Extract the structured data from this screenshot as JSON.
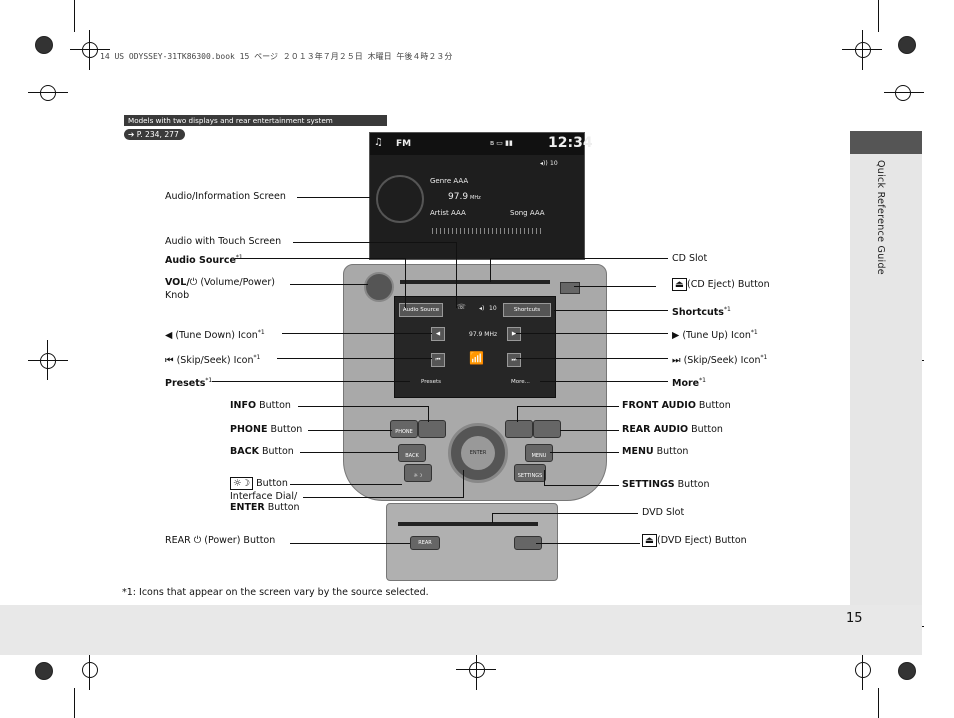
{
  "header": {
    "file_line": "14 US ODYSSEY-31TK86300.book  15 ページ  ２０１３年７月２５日  木曜日  午後４時２３分"
  },
  "banner": "Models with two displays and rear entertainment system",
  "xref": "P. 234, 277",
  "sidebar_title": "Quick Reference Guide",
  "page_number": "15",
  "footnote": "*1: Icons that appear on the screen vary by the source selected.",
  "screen": {
    "source": "FM",
    "clock": "12:34",
    "volume": "10",
    "genre": "Genre AAA",
    "freq": "97.9",
    "freq_unit": "MHz",
    "artist": "Artist AAA",
    "song": "Song AAA"
  },
  "touch": {
    "audio_source": "Audio Source",
    "volume": "10",
    "shortcuts": "Shortcuts",
    "freq": "97.9 MHz",
    "presets": "Presets",
    "more": "More..."
  },
  "console_text": {
    "enter": "ENTER",
    "back": "BACK",
    "menu": "MENU",
    "settings": "SETTINGS",
    "phone": "PHONE",
    "rear": "REAR"
  },
  "labels_left": {
    "audio_info_screen": "Audio/Information Screen",
    "audio_touch_screen": "Audio with Touch Screen",
    "audio_source_bold": "Audio Source",
    "vol_bold": "VOL/",
    "vol_rest": " (Volume/Power)",
    "knob": "Knob",
    "tune_down": " (Tune Down) Icon",
    "skip_left": " (Skip/Seek) Icon",
    "presets_bold": "Presets",
    "info_bold": "INFO",
    "info_rest": " Button",
    "phone_bold": "PHONE",
    "phone_rest": " Button",
    "back_bold": "BACK",
    "back_rest": " Button",
    "brightness_rest": " Button",
    "dial_line1": "Interface Dial/",
    "enter_bold": "ENTER",
    "enter_rest": " Button",
    "rear_power": "REAR",
    "rear_power_rest": " (Power) Button"
  },
  "labels_right": {
    "cd_slot": "CD Slot",
    "cd_eject": "(CD Eject) Button",
    "shortcuts_bold": "Shortcuts",
    "tune_up": " (Tune Up) Icon",
    "skip_right": " (Skip/Seek) Icon",
    "more_bold": "More",
    "front_audio_bold": "FRONT AUDIO",
    "front_audio_rest": " Button",
    "rear_audio_bold": "REAR AUDIO",
    "rear_audio_rest": " Button",
    "menu_bold": "MENU",
    "menu_rest": " Button",
    "settings_bold": "SETTINGS",
    "settings_rest": " Button",
    "dvd_slot": "DVD Slot",
    "dvd_eject": "(DVD Eject) Button"
  },
  "footnote_marker": "*1"
}
